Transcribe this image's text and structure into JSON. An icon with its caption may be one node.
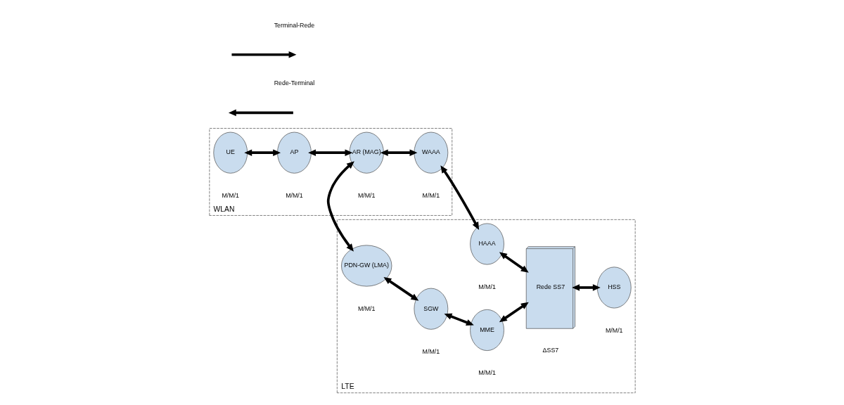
{
  "diagram": {
    "nodes": [
      {
        "text": [
          "WLAN"
        ]
      },
      {
        "text": [
          "UE"
        ],
        "in": 0,
        "beside": [
          "M/M/1"
        ]
      },
      {
        "text": [
          "AP"
        ],
        "in": 0,
        "beside": [
          "M/M/1"
        ]
      },
      {
        "text": [
          "AR (MAG)"
        ],
        "in": 0,
        "beside": [
          "M/M/1"
        ]
      },
      {
        "text": [
          "WAAA"
        ],
        "in": 0,
        "beside": [
          "M/M/1"
        ]
      },
      {
        "text": [
          "LTE"
        ]
      },
      {
        "text": [
          "HAAA"
        ],
        "in": 5,
        "beside": [
          "M/M/1"
        ]
      },
      {
        "text": [
          "PDN-GW (LMA)"
        ],
        "in": 5,
        "beside": [
          "M/M/1"
        ]
      },
      {
        "text": [
          "SGW"
        ],
        "in": 5,
        "beside": [
          "M/M/1"
        ]
      },
      {
        "text": [
          "MME"
        ],
        "in": 5,
        "beside": [
          "M/M/1"
        ]
      },
      {
        "text": [
          "Rede SS7"
        ],
        "in": 5,
        "beside": [
          "ΔSS7"
        ]
      },
      {
        "text": [
          "HSS"
        ],
        "in": 5,
        "beside": [
          "M/M/1"
        ]
      }
    ],
    "edges": [
      {
        "from": 1,
        "to": 2,
        "arrow": "both"
      },
      {
        "from": 2,
        "to": 3,
        "arrow": "both"
      },
      {
        "from": 3,
        "to": 4,
        "arrow": "both"
      },
      {
        "from": 4,
        "to": 6,
        "arrow": "both"
      },
      {
        "from": 6,
        "to": 10,
        "arrow": "both"
      },
      {
        "from": 10,
        "to": 11,
        "arrow": "both"
      },
      {
        "from": 7,
        "to": 3,
        "arrow": "both"
      },
      {
        "from": 7,
        "to": 8,
        "arrow": "both"
      },
      {
        "from": 8,
        "to": 9,
        "arrow": "both"
      },
      {
        "from": 9,
        "to": 10,
        "arrow": "both"
      }
    ],
    "legend": [
      {
        "text": "Terminal-Rede"
      },
      {
        "text": "Rede-Terminal"
      }
    ]
  }
}
